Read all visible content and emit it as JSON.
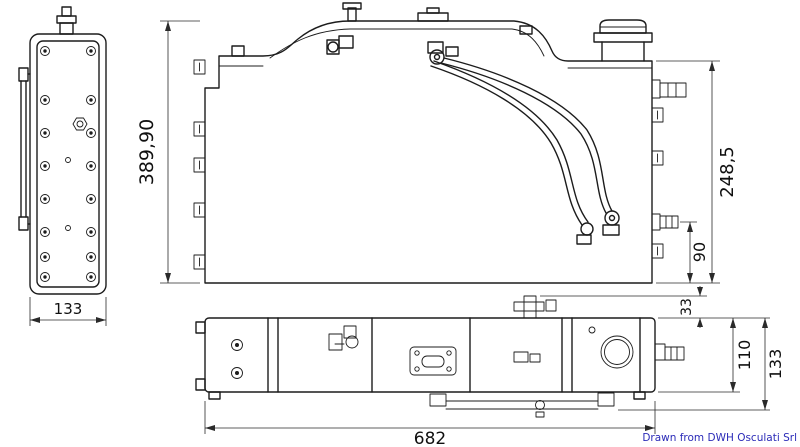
{
  "drawing": {
    "credit": "Drawn from DWH Osculati Srl",
    "credit_color": "#2b2bb8",
    "line_color": "#1c1c1c",
    "dimensions": {
      "side_view_width": "133",
      "front_height_total": "389,90",
      "front_height_right": "248,5",
      "front_fitting_height": "90",
      "top_fitting_height": "33",
      "top_body_height": "110",
      "top_total_height": "133",
      "overall_length": "682"
    }
  }
}
